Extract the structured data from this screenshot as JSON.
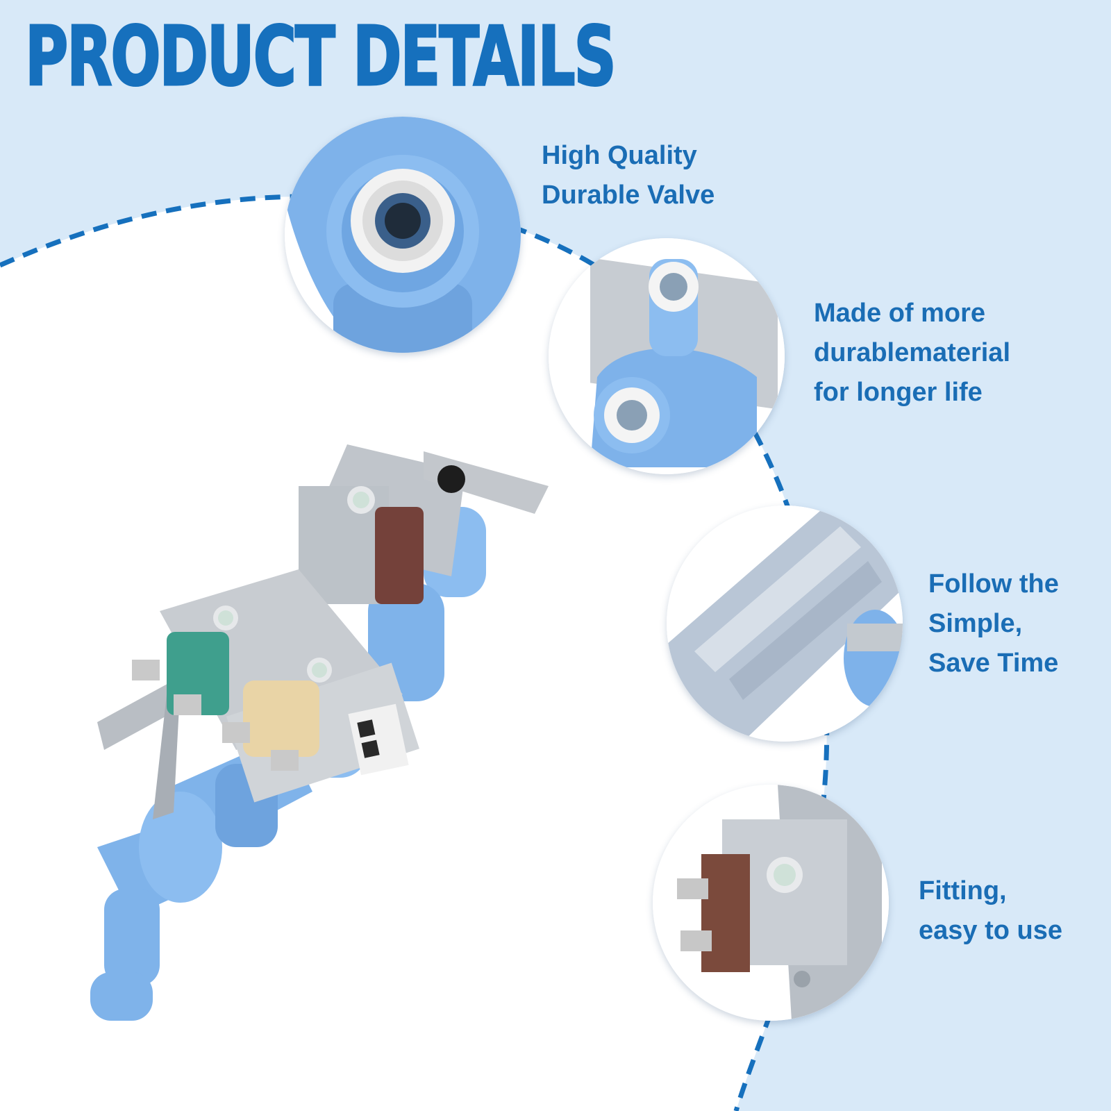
{
  "header": {
    "title": "PRODUCT DETAILS"
  },
  "features": [
    {
      "lines": [
        "High Quality",
        "Durable Valve"
      ],
      "image": "water-inlet-fitting-closeup"
    },
    {
      "lines": [
        "Made of more",
        "durablematerial",
        "for longer life"
      ],
      "image": "dual-outlet-fittings-closeup"
    },
    {
      "lines": [
        "Follow the",
        "Simple,",
        "Save Time"
      ],
      "image": "mounting-bracket-closeup"
    },
    {
      "lines": [
        "Fitting,",
        "easy to use"
      ],
      "image": "solenoid-terminal-closeup"
    }
  ],
  "product": {
    "name": "refrigerator-water-inlet-valve",
    "label_text": "QR label"
  },
  "colors": {
    "accent": "#1670bd",
    "background": "#d8e9f8",
    "valve_body": "#7fb3ea",
    "metal": "#b9bec4"
  }
}
